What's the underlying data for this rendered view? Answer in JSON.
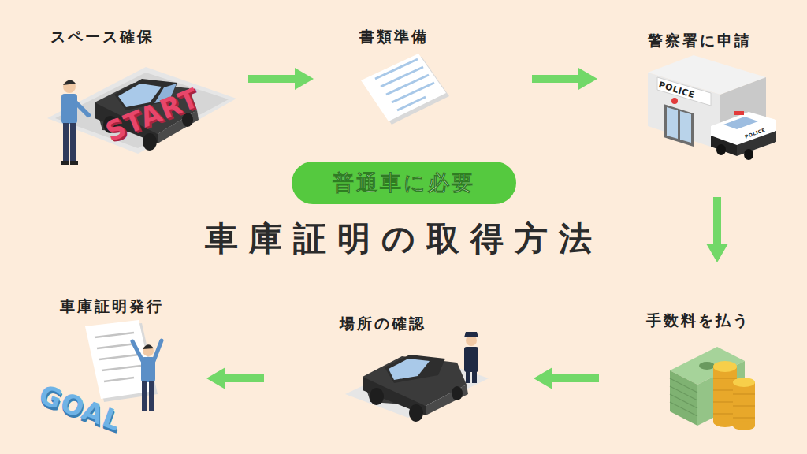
{
  "diagram": {
    "title": "車庫証明の取得方法",
    "nodes": [
      {
        "text": [
          "スペース確保"
        ]
      },
      {
        "text": [
          "書類準備"
        ]
      },
      {
        "text": [
          "警察署に申請"
        ]
      },
      {
        "text": [
          "手数料を払う"
        ]
      },
      {
        "text": [
          "場所の確認"
        ]
      },
      {
        "text": [
          "車庫証明発行"
        ]
      },
      {
        "text": [
          "普通車に必要"
        ]
      }
    ],
    "edges": [
      {
        "from": 0,
        "to": 1,
        "arrow": "to"
      },
      {
        "from": 1,
        "to": 2,
        "arrow": "to"
      },
      {
        "from": 2,
        "to": 3,
        "arrow": "to"
      },
      {
        "from": 3,
        "to": 4,
        "arrow": "to"
      },
      {
        "from": 4,
        "to": 5,
        "arrow": "to"
      }
    ],
    "labels": [
      "START",
      "POLICE",
      "POLICE",
      "GOAL"
    ]
  }
}
